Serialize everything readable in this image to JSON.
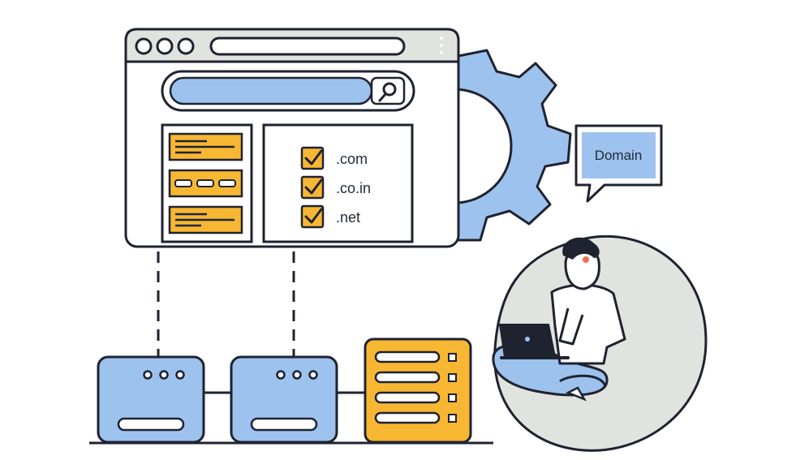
{
  "illustration": {
    "domain_options": [
      {
        "label": ".com",
        "checked": true
      },
      {
        "label": ".co.in",
        "checked": true
      },
      {
        "label": ".net",
        "checked": true
      }
    ],
    "speech_bubble_text": "Domain",
    "search_icon": "search-icon",
    "gear_icon": "gear-icon",
    "server_icon": "server-icon",
    "laptop_icon": "laptop-icon",
    "colors": {
      "outline": "#1f2330",
      "blue": "#9ec2ee",
      "yellow": "#f8b733",
      "gray": "#e1e3df",
      "white": "#ffffff"
    }
  }
}
